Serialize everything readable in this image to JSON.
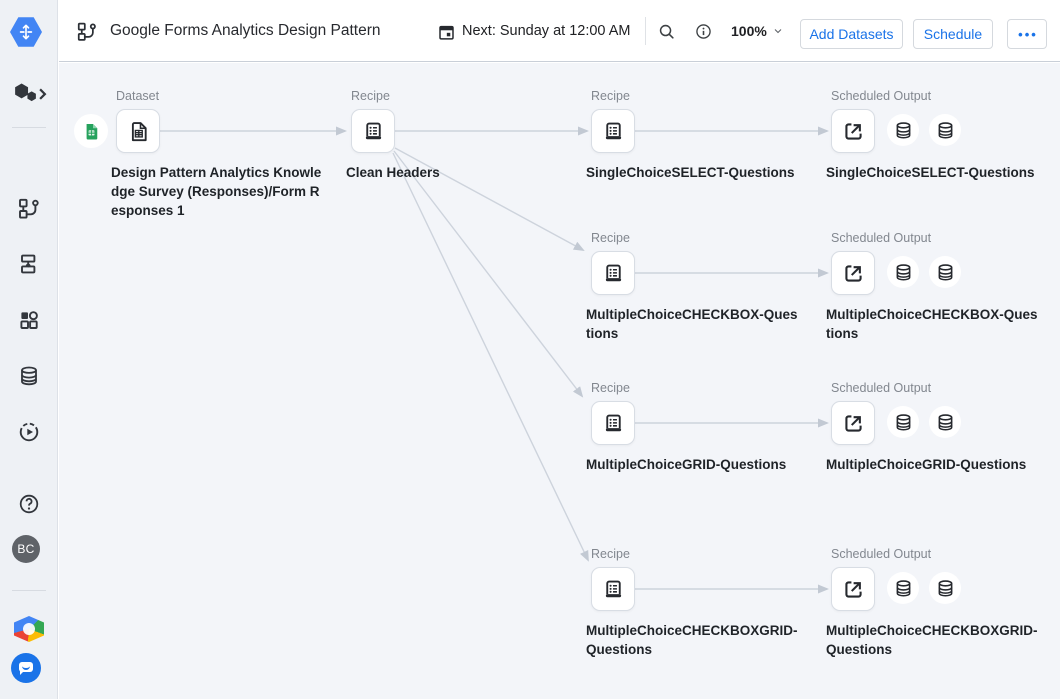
{
  "header": {
    "title": "Google Forms Analytics Design Pattern",
    "next_run": "Next: Sunday at 12:00 AM",
    "zoom_level": "100%",
    "buttons": {
      "add_datasets": "Add Datasets",
      "schedule": "Schedule",
      "more": "•••"
    }
  },
  "sidebar": {
    "avatar_initials": "BC"
  },
  "flow": {
    "dataset": {
      "type": "Dataset",
      "name": "Design Pattern Analytics Knowledge Survey (Responses)/Form Responses 1"
    },
    "clean_headers": {
      "type": "Recipe",
      "name": "Clean Headers"
    },
    "branches": [
      {
        "recipe_type": "Recipe",
        "recipe_name": "SingleChoiceSELECT-Questions",
        "output_type": "Scheduled Output",
        "output_name": "SingleChoiceSELECT-Questions"
      },
      {
        "recipe_type": "Recipe",
        "recipe_name": "MultipleChoiceCHECKBOX-Questions",
        "output_type": "Scheduled Output",
        "output_name": "MultipleChoiceCHECKBOX-Questions"
      },
      {
        "recipe_type": "Recipe",
        "recipe_name": "MultipleChoiceGRID-Questions",
        "output_type": "Scheduled Output",
        "output_name": "MultipleChoiceGRID-Questions"
      },
      {
        "recipe_type": "Recipe",
        "recipe_name": "MultipleChoiceCHECKBOXGRID-Questions",
        "output_type": "Scheduled Output",
        "output_name": "MultipleChoiceCHECKBOXGRID-Questions"
      }
    ]
  },
  "icons": {
    "logo": "dataprep-hexagon",
    "flow": "flow-graph",
    "calendar": "calendar",
    "search": "magnifier",
    "info": "info-circle",
    "zoom_chevron": "chevron-down",
    "dataset": "file-table",
    "connection": "google-sheets",
    "recipe": "recipe-scroll",
    "output": "open-in-new-arrow",
    "publish_target": "database-cylinder",
    "sidebar": [
      "hexagons-expand",
      "flows",
      "plans",
      "library",
      "connections",
      "job-history",
      "help",
      "avatar",
      "google-cloud",
      "chat-support"
    ]
  },
  "colors": {
    "accent": "#1a73e8",
    "ink": "#202124",
    "muted": "#82878f",
    "edge": "#cdd3dc",
    "canvas": "#f3f5f9",
    "sidebar": "#eef1f5",
    "sheets": "#26a25d",
    "node_border": "#d8dde4",
    "icon": "#26292e",
    "avatar_bg": "#5f6368"
  }
}
